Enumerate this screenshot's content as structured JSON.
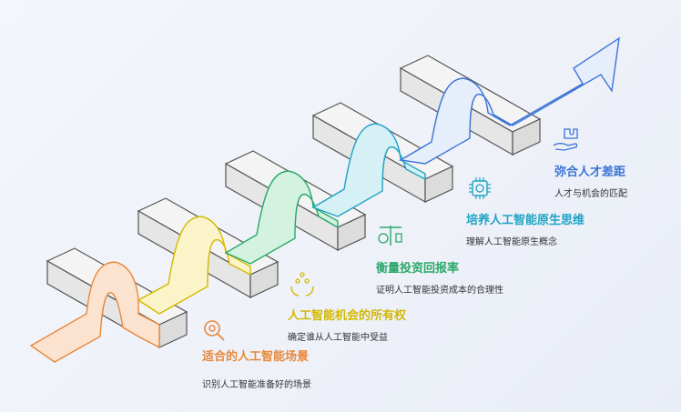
{
  "steps": [
    {
      "title": "适合的人工智能场景",
      "desc": "识别人工智能准备好的场景",
      "color": "#e8883a",
      "icon": "search-gear-icon"
    },
    {
      "title": "人工智能机会的所有权",
      "desc": "确定谁从人工智能中受益",
      "color": "#d4b800",
      "icon": "hands-network-icon"
    },
    {
      "title": "衡量投资回报率",
      "desc": "证明人工智能投资成本的合理性",
      "color": "#2aa86a",
      "icon": "balance-scale-icon"
    },
    {
      "title": "培养人工智能原生思维",
      "desc": "理解人工智能原生概念",
      "color": "#1fa3c4",
      "icon": "chip-icon"
    },
    {
      "title": "弥合人才差距",
      "desc": "人才与机会的匹配",
      "color": "#3b74d6",
      "icon": "puzzle-hand-icon"
    }
  ]
}
